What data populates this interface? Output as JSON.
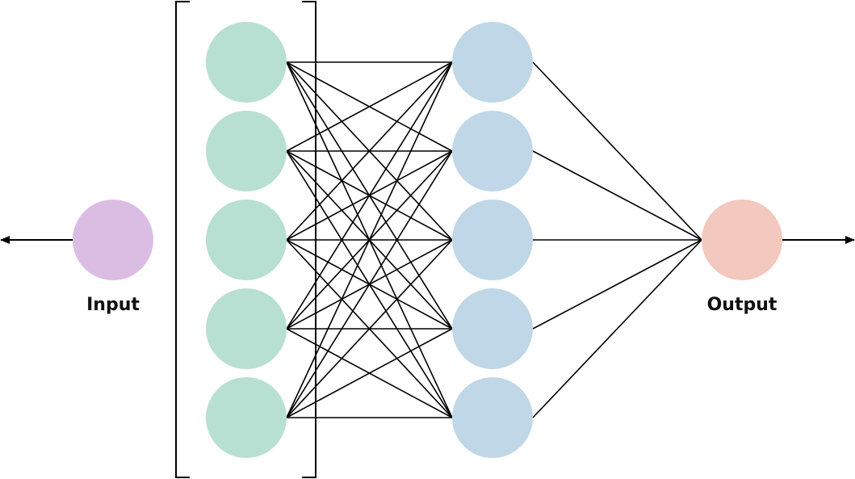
{
  "diagram": {
    "input_label": "Input",
    "output_label": "Output",
    "colors": {
      "input_node": "#dbbde3",
      "layer1_nodes": "#b8e0d2",
      "layer2_nodes": "#bfd7e6",
      "output_node": "#f3c8be",
      "edges": "#000000"
    },
    "layers": {
      "input_count": 1,
      "hidden1_count": 5,
      "hidden2_count": 5,
      "output_count": 1
    },
    "connections": {
      "hidden1_to_hidden2": "fully-connected",
      "hidden2_to_output": "all"
    },
    "arrows": {
      "input": "left",
      "output": "right"
    }
  }
}
